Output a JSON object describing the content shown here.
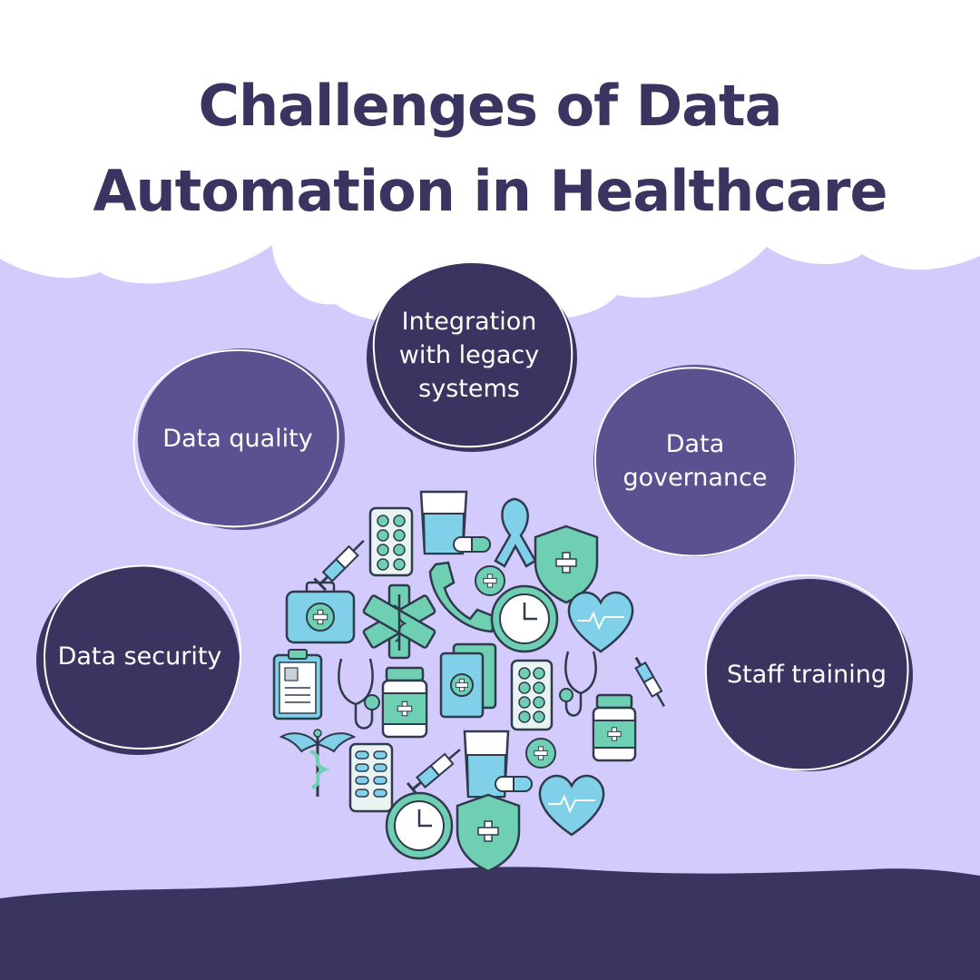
{
  "title": {
    "line1": "Challenges of Data",
    "line2": "Automation in Healthcare"
  },
  "colors": {
    "background_lavender": "#d3cbfb",
    "header_white": "#ffffff",
    "footer_navy": "#393560",
    "title_navy": "#393560",
    "bubble_dark": "#393560",
    "bubble_purple": "#5b5090",
    "icon_teal": "#6fcfb2",
    "icon_blue": "#7fd0e8",
    "icon_outline": "#2f3a4d"
  },
  "challenges": [
    {
      "label": "Integration with legacy systems",
      "style": "dark"
    },
    {
      "label": "Data quality",
      "style": "purple"
    },
    {
      "label": "Data governance",
      "style": "purple"
    },
    {
      "label": "Data security",
      "style": "dark"
    },
    {
      "label": "Staff training",
      "style": "dark"
    }
  ],
  "icons": [
    "pill-blister-icon",
    "water-glass-icon",
    "awareness-ribbon-icon",
    "syringe-icon",
    "shield-cross-icon",
    "first-aid-kit-icon",
    "star-of-life-icon",
    "phone-icon",
    "plus-badge-icon",
    "clock-icon",
    "heart-pulse-icon",
    "clipboard-icon",
    "stethoscope-icon",
    "medicine-bottle-icon",
    "medical-folder-icon",
    "caduceus-icon",
    "capsule-icon"
  ]
}
